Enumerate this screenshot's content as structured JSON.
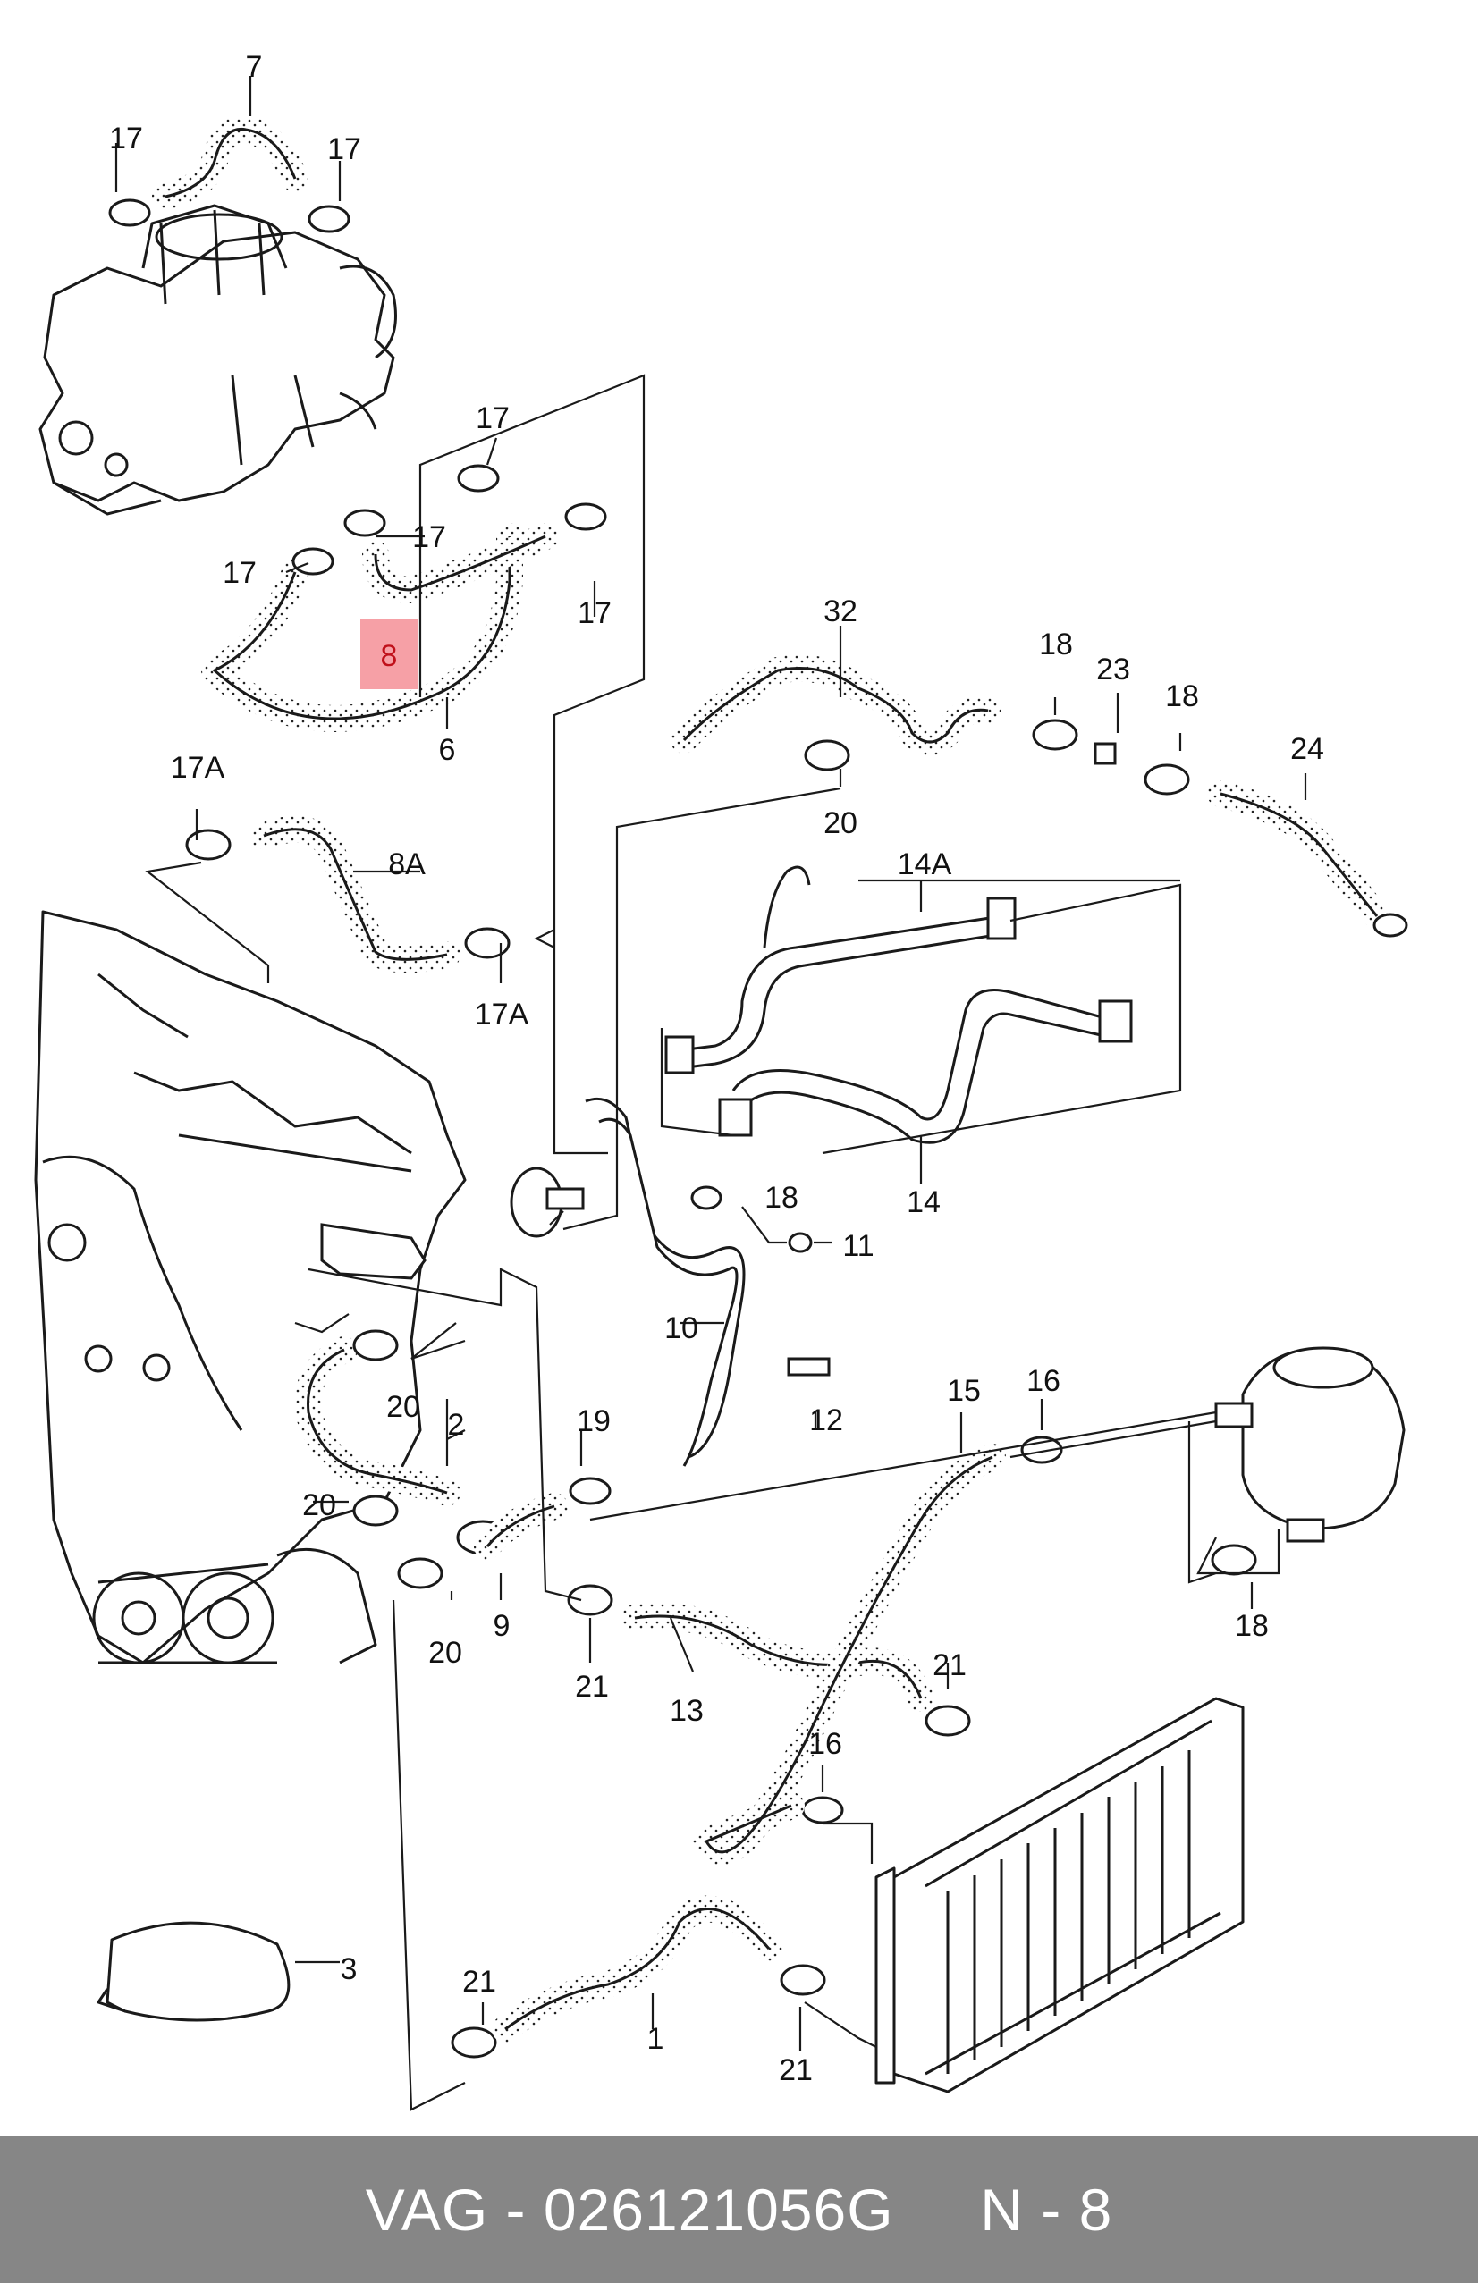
{
  "footer": {
    "brand": "VAG",
    "separator1": " - ",
    "part_number": "026121056G",
    "gap": "     ",
    "ref_prefix": "N",
    "separator2": " - ",
    "ref_number": "8"
  },
  "colors": {
    "footer_bg": "#868686",
    "footer_text": "#ffffff",
    "highlight_fill": "#f6a0a6",
    "highlight_text": "#c0101a",
    "line": "#1a1a1a"
  },
  "highlighted_label": "8",
  "callouts": [
    {
      "id": "c7",
      "text": "7"
    },
    {
      "id": "c17a",
      "text": "17"
    },
    {
      "id": "c17b",
      "text": "17"
    },
    {
      "id": "c17c",
      "text": "17"
    },
    {
      "id": "c17d",
      "text": "17"
    },
    {
      "id": "c17e",
      "text": "17"
    },
    {
      "id": "c17f",
      "text": "17"
    },
    {
      "id": "c8",
      "text": "8"
    },
    {
      "id": "c6",
      "text": "6"
    },
    {
      "id": "c32",
      "text": "32"
    },
    {
      "id": "c18a",
      "text": "18"
    },
    {
      "id": "c23",
      "text": "23"
    },
    {
      "id": "c18b",
      "text": "18"
    },
    {
      "id": "c24",
      "text": "24"
    },
    {
      "id": "c20a",
      "text": "20"
    },
    {
      "id": "c17A1",
      "text": "17A"
    },
    {
      "id": "c8A",
      "text": "8A"
    },
    {
      "id": "c17A2",
      "text": "17A"
    },
    {
      "id": "c14A",
      "text": "14A"
    },
    {
      "id": "c18c",
      "text": "18"
    },
    {
      "id": "c14",
      "text": "14"
    },
    {
      "id": "c11",
      "text": "11"
    },
    {
      "id": "c10",
      "text": "10"
    },
    {
      "id": "c12",
      "text": "12"
    },
    {
      "id": "c15",
      "text": "15"
    },
    {
      "id": "c16a",
      "text": "16"
    },
    {
      "id": "c20b",
      "text": "20"
    },
    {
      "id": "c2",
      "text": "2"
    },
    {
      "id": "c19",
      "text": "19"
    },
    {
      "id": "c20c",
      "text": "20"
    },
    {
      "id": "c9",
      "text": "9"
    },
    {
      "id": "c20d",
      "text": "20"
    },
    {
      "id": "c21a",
      "text": "21"
    },
    {
      "id": "c13",
      "text": "13"
    },
    {
      "id": "c21b",
      "text": "21"
    },
    {
      "id": "c18d",
      "text": "18"
    },
    {
      "id": "c16b",
      "text": "16"
    },
    {
      "id": "c3",
      "text": "3"
    },
    {
      "id": "c21c",
      "text": "21"
    },
    {
      "id": "c1",
      "text": "1"
    },
    {
      "id": "c21d",
      "text": "21"
    }
  ]
}
